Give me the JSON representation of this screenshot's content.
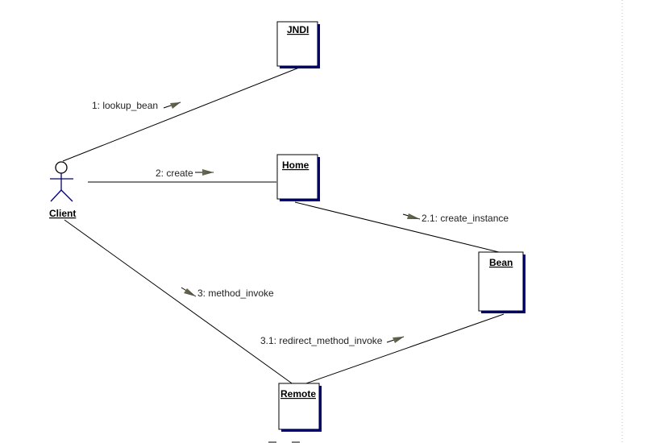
{
  "diagram": {
    "actor": {
      "name": "Client"
    },
    "objects": {
      "jndi": "JNDI",
      "home": "Home",
      "bean": "Bean",
      "remote": "Remote"
    },
    "messages": {
      "m1": "1: lookup_bean",
      "m2": "2: create",
      "m21": "2.1: create_instance",
      "m3": "3: method_invoke",
      "m31": "3.1: redirect_method_invoke"
    }
  }
}
